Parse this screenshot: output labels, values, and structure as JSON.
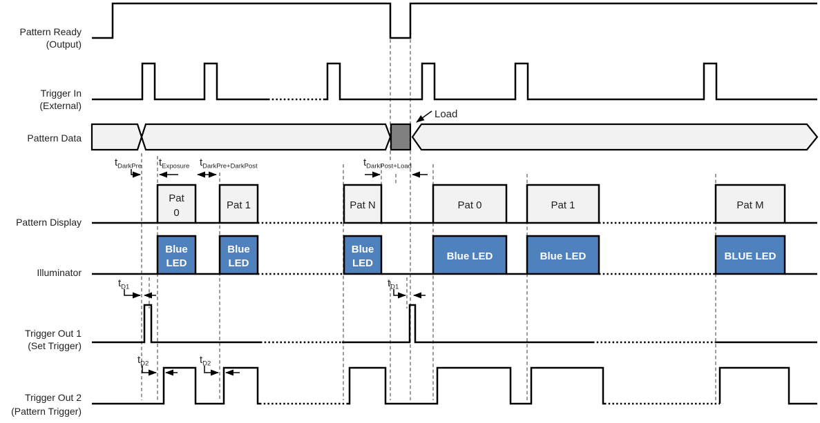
{
  "signals": {
    "pattern_ready": {
      "line1": "Pattern Ready",
      "line2": "(Output)"
    },
    "trigger_in": {
      "line1": "Trigger In",
      "line2": "(External)"
    },
    "pattern_data": {
      "line1": "Pattern Data"
    },
    "pattern_display": {
      "line1": "Pattern Display"
    },
    "illuminator": {
      "line1": "Illuminator"
    },
    "trigger_out_1": {
      "line1": "Trigger Out 1",
      "line2": "(Set Trigger)"
    },
    "trigger_out_2": {
      "line1": "Trigger Out 2",
      "line2": "(Pattern Trigger)"
    }
  },
  "pattern_blocks": [
    {
      "line1": "Pat",
      "line2": "0"
    },
    {
      "line1": "Pat 1"
    },
    {
      "line1": "Pat N"
    },
    {
      "line1": "Pat 0"
    },
    {
      "line1": "Pat 1"
    },
    {
      "line1": "Pat M"
    }
  ],
  "led_blocks": [
    {
      "line1": "Blue",
      "line2": "LED"
    },
    {
      "line1": "Blue",
      "line2": "LED"
    },
    {
      "line1": "Blue",
      "line2": "LED"
    },
    {
      "line1": "Blue LED"
    },
    {
      "line1": "Blue LED"
    },
    {
      "line1": "BLUE LED"
    }
  ],
  "annotations": {
    "dark_pre": {
      "base": "t",
      "sub": "DarkPre"
    },
    "exposure": {
      "base": "t",
      "sub": "Exposure"
    },
    "dark_pre_dark_post": {
      "base": "t",
      "sub": "DarkPre+DarkPost"
    },
    "dark_post_load": {
      "base": "t",
      "sub": "DarkPost+Load"
    },
    "d1_left": {
      "base": "t",
      "sub": "D1"
    },
    "d1_mid": {
      "base": "t",
      "sub": "D1"
    },
    "d2_first": {
      "base": "t",
      "sub": "D2"
    },
    "d2_second": {
      "base": "t",
      "sub": "D2"
    },
    "load": "Load"
  },
  "colors": {
    "led_blue": "#4F81BD",
    "block_fill": "#F2F2F2",
    "bus_fill": "#F2F2F2",
    "load_fill": "#808080",
    "stroke": "#000000",
    "dashed": "#595959"
  }
}
